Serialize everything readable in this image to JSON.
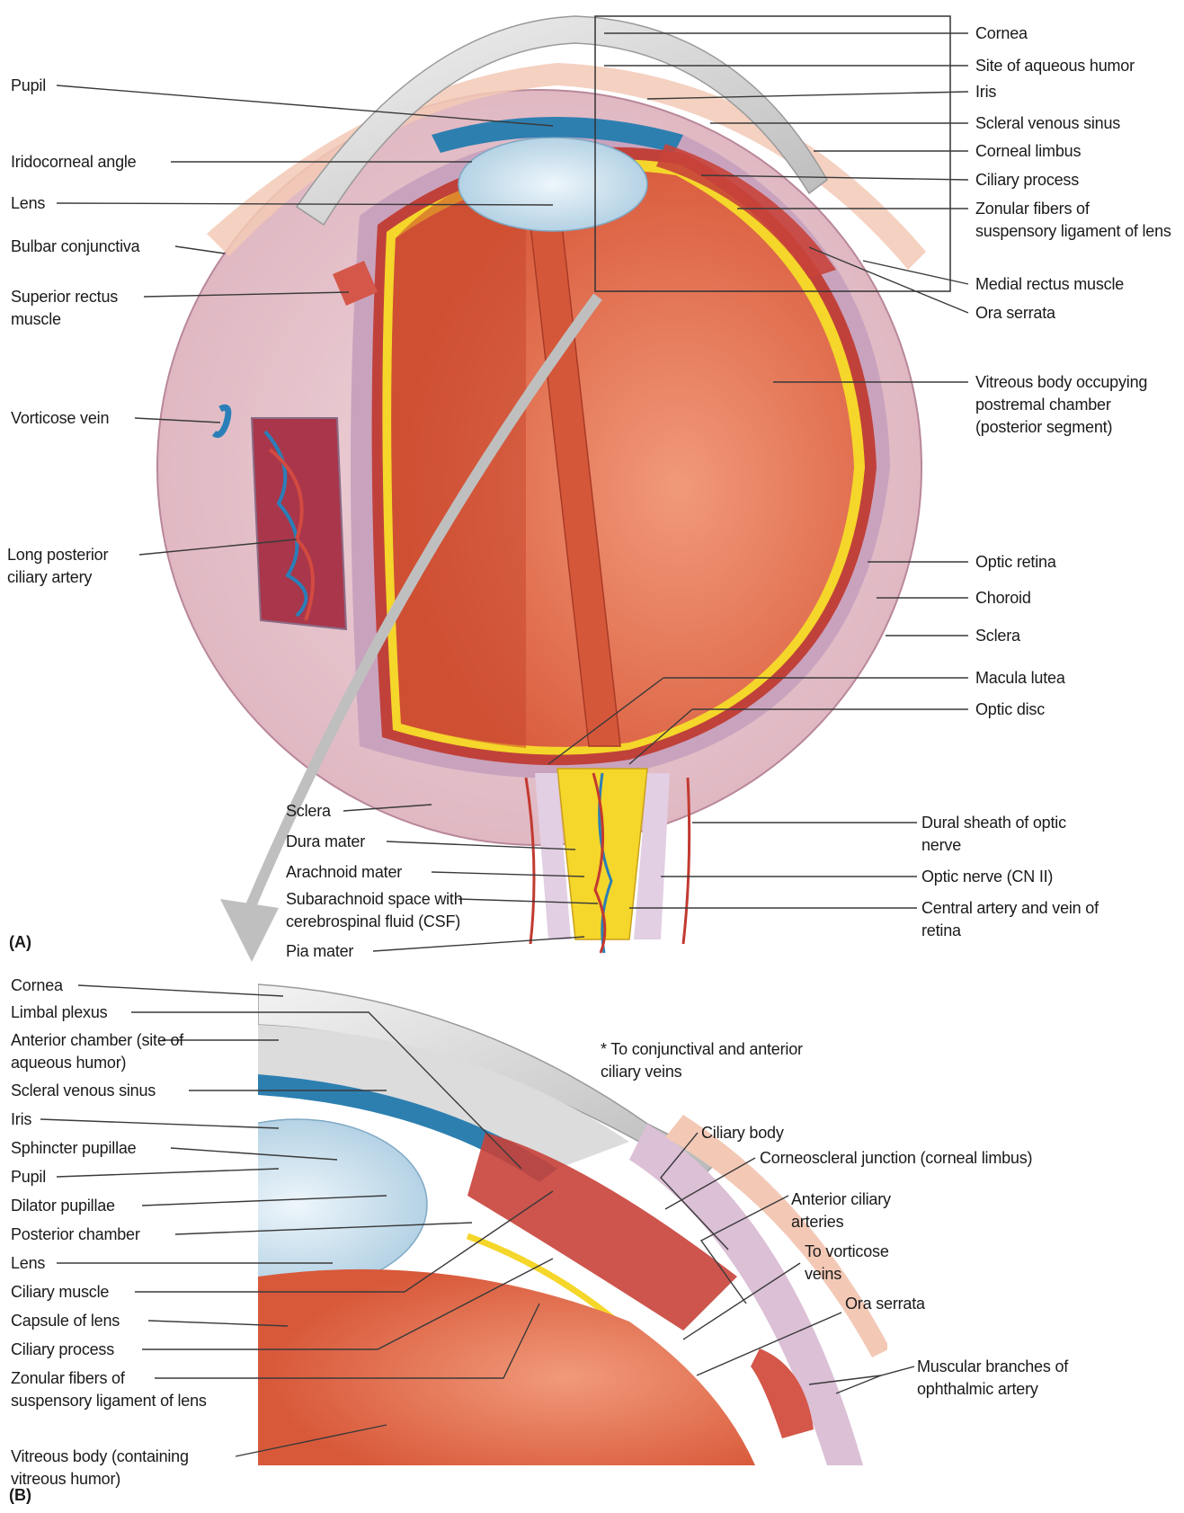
{
  "panels": {
    "a": "(A)",
    "b": "(B)"
  },
  "labels_a": {
    "cornea": "Cornea",
    "aqueous_site": "Site of aqueous humor",
    "iris": "Iris",
    "scleral_venous_sinus": "Scleral venous sinus",
    "corneal_limbus": "Corneal limbus",
    "ciliary_process": "Ciliary process",
    "zonular_fibers": "Zonular fibers of suspensory ligament of lens",
    "medial_rectus": "Medial rectus muscle",
    "ora_serrata": "Ora serrata",
    "vitreous_body": "Vitreous body occupying postremal chamber (posterior segment)",
    "optic_retina": "Optic retina",
    "choroid": "Choroid",
    "sclera_right": "Sclera",
    "macula_lutea": "Macula lutea",
    "optic_disc": "Optic disc",
    "dural_sheath": "Dural sheath of optic nerve",
    "optic_nerve": "Optic nerve (CN II)",
    "central_artery": "Central artery and vein of retina",
    "pupil": "Pupil",
    "iridocorneal_angle": "Iridocorneal angle",
    "lens": "Lens",
    "bulbar_conjunctiva": "Bulbar conjunctiva",
    "superior_rectus": "Superior rectus muscle",
    "vorticose_vein": "Vorticose vein",
    "long_posterior_ciliary": "Long posterior ciliary artery",
    "sclera_bottom": "Sclera",
    "dura_mater": "Dura mater",
    "arachnoid_mater": "Arachnoid mater",
    "subarachnoid_space": "Subarachnoid space with cerebrospinal fluid (CSF)",
    "pia_mater": "Pia mater"
  },
  "labels_b": {
    "cornea": "Cornea",
    "limbal_plexus": "Limbal plexus",
    "anterior_chamber": "Anterior chamber (site of aqueous  humor)",
    "scleral_venous_sinus": "Scleral venous sinus",
    "iris": "Iris",
    "sphincter_pupillae": "Sphincter pupillae",
    "pupil": "Pupil",
    "dilator_pupillae": "Dilator pupillae",
    "posterior_chamber": "Posterior chamber",
    "lens": "Lens",
    "ciliary_muscle": "Ciliary muscle",
    "capsule_of_lens": "Capsule of lens",
    "ciliary_process": "Ciliary process",
    "zonular_fibers": "Zonular fibers of suspensory ligament of lens",
    "vitreous_body": "Vitreous body (containing vitreous humor)",
    "conjunctival_note": "* To conjunctival and anterior ciliary veins",
    "ciliary_body": "Ciliary body",
    "corneoscleral_junction": "Corneoscleral junction (corneal limbus)",
    "anterior_ciliary_arteries": "Anterior ciliary arteries",
    "to_vorticose_veins": "To vorticose veins",
    "ora_serrata": "Ora serrata",
    "muscular_branches": "Muscular branches of ophthalmic artery"
  },
  "colors": {
    "sclera": "#e9c9cf",
    "vitreous": "#e0714c",
    "retina": "#f5d62a",
    "choroid": "#b8342c",
    "cornea": "#dcdcdc",
    "lens": "#cfe3ef",
    "vein": "#2a7fb8"
  }
}
